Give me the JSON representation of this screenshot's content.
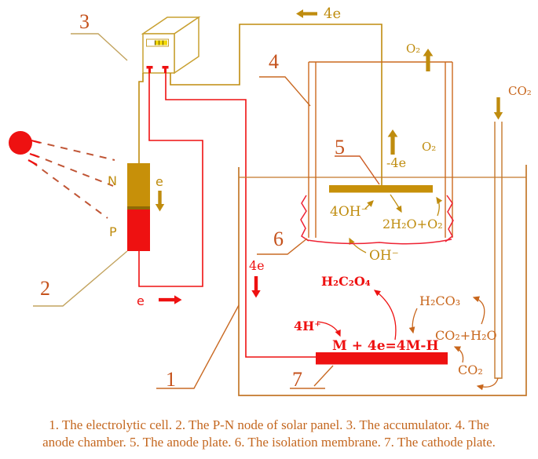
{
  "colors": {
    "red": "#ee1111",
    "olive_stroke": "#bf8c0e",
    "olive_fill": "#c79009",
    "chocolate_text": "#c8661c",
    "tank_stroke": "#c4782a",
    "number_color": "#c5521c",
    "gauge_yellow": "#f2d704",
    "caption_color": "#c4671f"
  },
  "callouts": {
    "one": "1",
    "two": "2",
    "three": "3",
    "four": "4",
    "five": "5",
    "six": "6",
    "seven": "7"
  },
  "labels": {
    "four_e_top": "4e",
    "o2_vent": "O₂",
    "co2_feed": "CO₂",
    "n_region": "N",
    "p_region": "P",
    "e_down": "e",
    "e_right": "e",
    "minus_four_e": "-4e",
    "o2_inner": "O₂",
    "four_oh": "4OH⁻",
    "water_oxygen": "2H₂O+O₂",
    "oh": "OH⁻",
    "four_e_cathode": "4e",
    "oxalic_acid": "H₂C₂O₄",
    "four_h": "4H⁺",
    "reaction": "M + 4e=4M-H",
    "carbonic_acid": "H₂CO₃",
    "co2_water": "CO₂+H₂O",
    "co2_dissolved": "CO₂"
  },
  "caption": {
    "line1": "1. The electrolytic cell.  2. The P-N node of solar panel. 3. The accumulator. 4. The",
    "line2": "anode chamber. 5. The anode plate. 6. The isolation membrane. 7. The cathode plate."
  }
}
